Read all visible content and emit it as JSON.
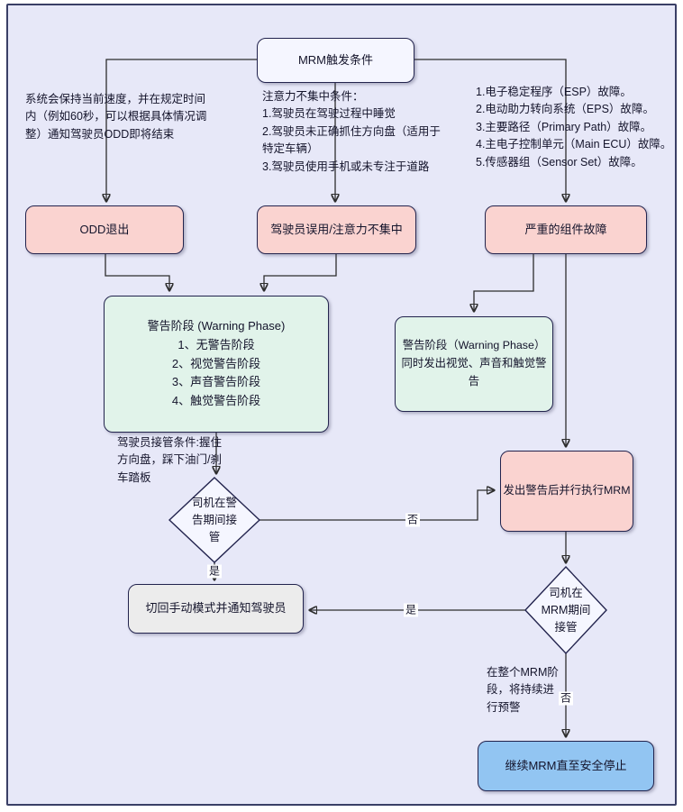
{
  "diagram": {
    "nodes": {
      "trigger": {
        "label": "MRM触发条件"
      },
      "odd_exit": {
        "label": "ODD退出"
      },
      "misuse": {
        "label": "驾驶员误用/注意力不集中"
      },
      "failure": {
        "label": "严重的组件故障"
      },
      "warning_left": {
        "title": "警告阶段 (Warning Phase)",
        "items": [
          "1、无警告阶段",
          "2、视觉警告阶段",
          "3、声音警告阶段",
          "4、触觉警告阶段"
        ]
      },
      "warning_right": {
        "lines": [
          "警告阶段（Warning Phase）",
          "同时发出视觉、声音和触觉警告"
        ]
      },
      "decision_warning": {
        "label": "司机在警告期间接管"
      },
      "mrm_exec": {
        "label": "发出警告后并行执行MRM"
      },
      "manual_mode": {
        "label": "切回手动模式并通知驾驶员"
      },
      "decision_mrm": {
        "label": "司机在MRM期间接管"
      },
      "continue_mrm": {
        "label": "继续MRM直至安全停止"
      }
    },
    "notes": {
      "odd_note": {
        "text": "系统会保持当前速度，并在规定时间内（例如60秒，可以根据具体情况调整）通知驾驶员ODD即将结束"
      },
      "attention_note": {
        "title": "注意力不集中条件：",
        "items": [
          "1.驾驶员在驾驶过程中睡觉",
          "2.驾驶员未正确抓住方向盘（适用于特定车辆）",
          "3.驾驶员使用手机或未专注于道路"
        ]
      },
      "failure_note": {
        "items": [
          "1.电子稳定程序（ESP）故障。",
          "2.电动助力转向系统（EPS）故障。",
          "3.主要路径（Primary Path）故障。",
          "4.主电子控制单元（Main ECU）故障。",
          "5.传感器组（Sensor Set）故障。"
        ]
      },
      "takeover_note": {
        "text": "驾驶员接管条件:握住方向盘，踩下油门/刹车踏板"
      },
      "mrm_alert_note": {
        "text": "在整个MRM阶段，将持续进行预警"
      }
    },
    "edge_labels": {
      "no_warning_takeover": "否",
      "yes_warning_takeover": "是",
      "yes_mrm_takeover": "是",
      "no_mrm_takeover": "否"
    },
    "colors": {
      "background": "#E7E8F8",
      "node_border": "#23244E",
      "pink": "#FAD3D0",
      "green": "#E1F3EA",
      "blue": "#92C5F2",
      "gray": "#ECECEC",
      "plain": "#F5F6FF",
      "line": "#2D2D2D"
    }
  }
}
